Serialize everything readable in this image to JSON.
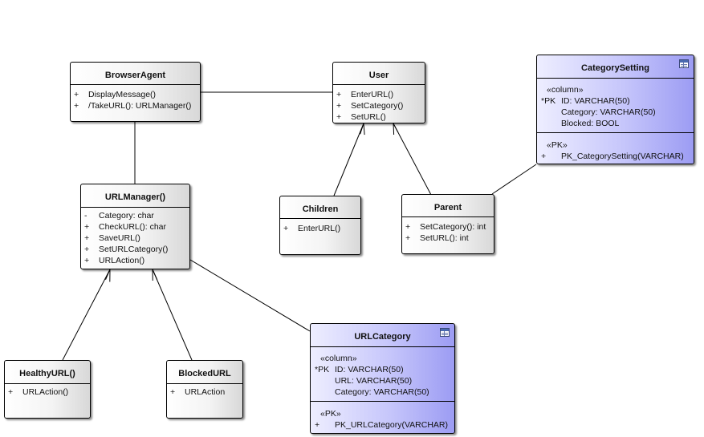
{
  "diagram": {
    "classes": {
      "browser_agent": {
        "name": "BrowserAgent",
        "methods": [
          {
            "vis": "+",
            "text": "DisplayMessage()"
          },
          {
            "vis": "+",
            "text": "/TakeURL(): URLManager()"
          }
        ]
      },
      "user": {
        "name": "User",
        "methods": [
          {
            "vis": "+",
            "text": "EnterURL()"
          },
          {
            "vis": "+",
            "text": "SetCategory()"
          },
          {
            "vis": "+",
            "text": "SetURL()"
          }
        ]
      },
      "category_setting": {
        "name": "CategorySetting",
        "column_stereotype": "«column»",
        "columns": [
          {
            "key": "*PK",
            "text": "ID: VARCHAR(50)"
          },
          {
            "key": "",
            "text": "Category: VARCHAR(50)"
          },
          {
            "key": "",
            "text": "Blocked: BOOL"
          }
        ],
        "pk_stereotype": "«PK»",
        "pk_ops": [
          {
            "vis": "+",
            "text": "PK_CategorySetting(VARCHAR)"
          }
        ]
      },
      "url_manager": {
        "name": "URLManager()",
        "members": [
          {
            "vis": "-",
            "text": "Category: char"
          },
          {
            "vis": "+",
            "text": "CheckURL(): char"
          },
          {
            "vis": "+",
            "text": "SaveURL()"
          },
          {
            "vis": "+",
            "text": "SetURLCategory()"
          },
          {
            "vis": "+",
            "text": "URLAction()"
          }
        ]
      },
      "children": {
        "name": "Children",
        "methods": [
          {
            "vis": "+",
            "text": "EnterURL()"
          }
        ]
      },
      "parent": {
        "name": "Parent",
        "methods": [
          {
            "vis": "+",
            "text": "SetCategory(): int"
          },
          {
            "vis": "+",
            "text": "SetURL(): int"
          }
        ]
      },
      "healthy_url": {
        "name": "HealthyURL()",
        "methods": [
          {
            "vis": "+",
            "text": "URLAction()"
          }
        ]
      },
      "blocked_url": {
        "name": "BlockedURL",
        "methods": [
          {
            "vis": "+",
            "text": "URLAction"
          }
        ]
      },
      "url_category": {
        "name": "URLCategory",
        "column_stereotype": "«column»",
        "columns": [
          {
            "key": "*PK",
            "text": "ID: VARCHAR(50)"
          },
          {
            "key": "",
            "text": "URL: VARCHAR(50)"
          },
          {
            "key": "",
            "text": "Category: VARCHAR(50)"
          }
        ],
        "pk_stereotype": "«PK»",
        "pk_ops": [
          {
            "vis": "+",
            "text": "PK_URLCategory(VARCHAR)"
          }
        ]
      }
    },
    "relationships": [
      {
        "from": "browser_agent",
        "to": "user",
        "type": "association"
      },
      {
        "from": "browser_agent",
        "to": "url_manager",
        "type": "association"
      },
      {
        "from": "children",
        "to": "user",
        "type": "generalization"
      },
      {
        "from": "parent",
        "to": "user",
        "type": "generalization"
      },
      {
        "from": "parent",
        "to": "category_setting",
        "type": "association"
      },
      {
        "from": "healthy_url",
        "to": "url_manager",
        "type": "generalization"
      },
      {
        "from": "blocked_url",
        "to": "url_manager",
        "type": "generalization"
      },
      {
        "from": "url_manager",
        "to": "url_category",
        "type": "association"
      }
    ],
    "colors": {
      "table_gradient_start": "#eeeeff",
      "table_gradient_end": "#9c9cf3",
      "class_gradient_start": "#ffffff",
      "class_gradient_end": "#d8d8d8",
      "line": "#000000"
    }
  }
}
